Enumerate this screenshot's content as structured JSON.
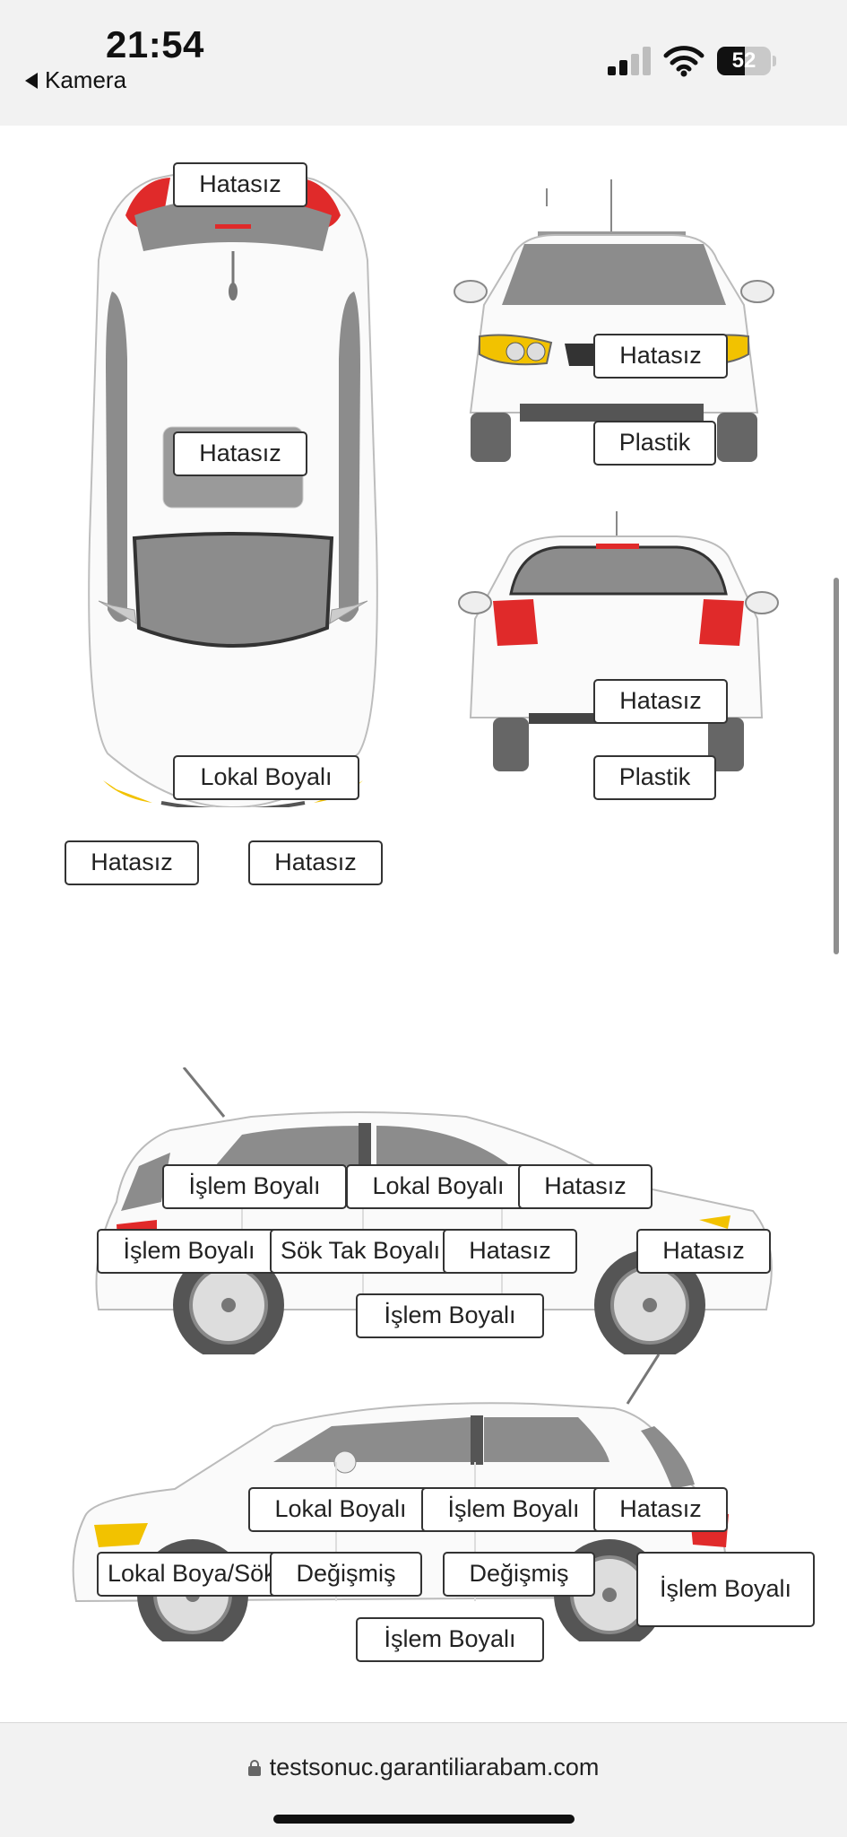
{
  "status_bar": {
    "time": "21:54",
    "back_label": "Kamera",
    "battery_percent": "52",
    "battery_level": 0.52
  },
  "report": {
    "top_view": {
      "hood_front": "Hatasız",
      "roof": "Hatasız",
      "trunk": "Lokal Boyalı",
      "bumper_left": "Hatasız",
      "bumper_right": "Hatasız"
    },
    "front_view": {
      "hood": "Hatasız",
      "bumper": "Plastik"
    },
    "rear_view": {
      "tailgate": "Hatasız",
      "bumper": "Plastik"
    },
    "right_side": {
      "rear_fender_top": "İşlem Boyalı",
      "rear_door_top": "Lokal Boyalı",
      "front_door_top": "Hatasız",
      "rear_fender": "İşlem Boyalı",
      "rear_door": "Sök Tak Boyalı",
      "front_door": "Hatasız",
      "front_fender": "Hatasız",
      "sill": "İşlem Boyalı"
    },
    "left_side": {
      "front_door_top": "Lokal Boyalı",
      "rear_door_top": "İşlem Boyalı",
      "rear_fender_top": "Hatasız",
      "front_fender": "Lokal Boya/Sök Tak",
      "front_door": "Değişmiş",
      "rear_door": "Değişmiş",
      "rear_fender": "İşlem Boyalı",
      "sill": "İşlem Boyalı"
    }
  },
  "browser": {
    "url": "testsonuc.garantiliarabam.com"
  }
}
